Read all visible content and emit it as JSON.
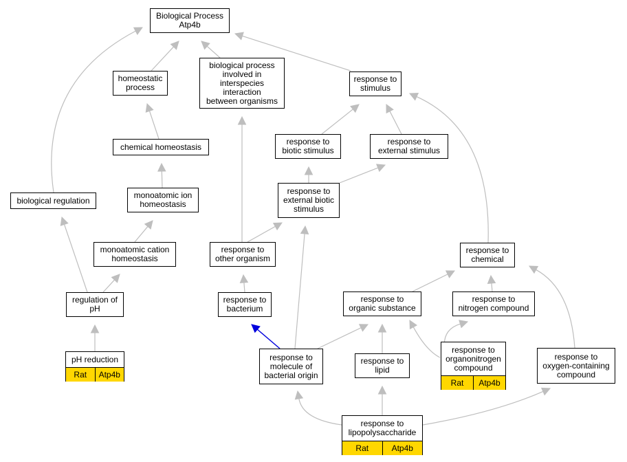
{
  "colors": {
    "edge": "#bebebe",
    "highlight_edge": "#0000dd",
    "node_border": "#000000",
    "badge_fill": "#ffd700"
  },
  "nodes": [
    {
      "id": "bp",
      "label": "Biological Process\nAtp4b"
    },
    {
      "id": "homeostatic",
      "label": "homeostatic\nprocess"
    },
    {
      "id": "interspecies",
      "label": "biological process\ninvolved in\ninterspecies\ninteraction\nbetween organisms"
    },
    {
      "id": "stimulus",
      "label": "response to\nstimulus"
    },
    {
      "id": "chemhomeo",
      "label": "chemical homeostasis"
    },
    {
      "id": "biotic",
      "label": "response to\nbiotic stimulus"
    },
    {
      "id": "external",
      "label": "response to\nexternal stimulus"
    },
    {
      "id": "bioreg",
      "label": "biological regulation"
    },
    {
      "id": "ionhomeo",
      "label": "monoatomic ion\nhomeostasis"
    },
    {
      "id": "extbiotic",
      "label": "response to\nexternal biotic\nstimulus"
    },
    {
      "id": "cationhomeo",
      "label": "monoatomic cation\nhomeostasis"
    },
    {
      "id": "otherorg",
      "label": "response to\nother organism"
    },
    {
      "id": "chemical",
      "label": "response to\nchemical"
    },
    {
      "id": "regph",
      "label": "regulation of\npH"
    },
    {
      "id": "bacterium",
      "label": "response to\nbacterium"
    },
    {
      "id": "organic",
      "label": "response to\norganic substance"
    },
    {
      "id": "nitrogen",
      "label": "response to\nnitrogen compound"
    },
    {
      "id": "phred",
      "label": "pH reduction",
      "badges": [
        "Rat",
        "Atp4b"
      ]
    },
    {
      "id": "molbact",
      "label": "response to\nmolecule of\nbacterial origin"
    },
    {
      "id": "lipid",
      "label": "response to\nlipid"
    },
    {
      "id": "organonitrogen",
      "label": "response to\norganonitrogen\ncompound",
      "badges": [
        "Rat",
        "Atp4b"
      ]
    },
    {
      "id": "oxygen",
      "label": "response to\noxygen-containing\ncompound"
    },
    {
      "id": "lps",
      "label": "response to\nlipopolysaccharide",
      "badges": [
        "Rat",
        "Atp4b"
      ]
    }
  ],
  "edges": [
    {
      "from": "homeostatic",
      "to": "bp"
    },
    {
      "from": "interspecies",
      "to": "bp"
    },
    {
      "from": "stimulus",
      "to": "bp"
    },
    {
      "from": "bioreg",
      "to": "bp"
    },
    {
      "from": "chemhomeo",
      "to": "homeostatic"
    },
    {
      "from": "ionhomeo",
      "to": "chemhomeo"
    },
    {
      "from": "cationhomeo",
      "to": "ionhomeo"
    },
    {
      "from": "regph",
      "to": "cationhomeo"
    },
    {
      "from": "regph",
      "to": "bioreg"
    },
    {
      "from": "phred",
      "to": "regph"
    },
    {
      "from": "biotic",
      "to": "stimulus"
    },
    {
      "from": "external",
      "to": "stimulus"
    },
    {
      "from": "chemical",
      "to": "stimulus"
    },
    {
      "from": "extbiotic",
      "to": "biotic"
    },
    {
      "from": "extbiotic",
      "to": "external"
    },
    {
      "from": "otherorg",
      "to": "extbiotic"
    },
    {
      "from": "otherorg",
      "to": "interspecies"
    },
    {
      "from": "bacterium",
      "to": "otherorg"
    },
    {
      "from": "molbact",
      "to": "bacterium",
      "highlight": true
    },
    {
      "from": "molbact",
      "to": "extbiotic"
    },
    {
      "from": "molbact",
      "to": "organic"
    },
    {
      "from": "lipid",
      "to": "organic"
    },
    {
      "from": "organic",
      "to": "chemical"
    },
    {
      "from": "nitrogen",
      "to": "chemical"
    },
    {
      "from": "oxygen",
      "to": "chemical"
    },
    {
      "from": "organonitrogen",
      "to": "nitrogen"
    },
    {
      "from": "organonitrogen",
      "to": "organic"
    },
    {
      "from": "lps",
      "to": "molbact"
    },
    {
      "from": "lps",
      "to": "lipid"
    },
    {
      "from": "lps",
      "to": "oxygen"
    }
  ]
}
